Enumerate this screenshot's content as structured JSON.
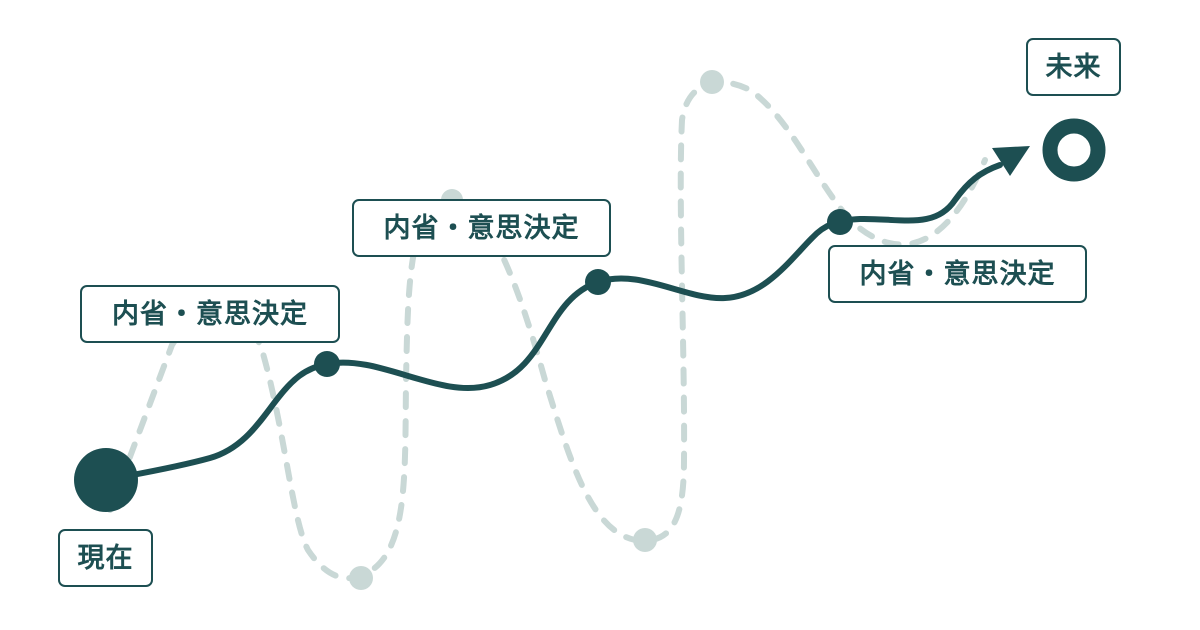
{
  "labels": {
    "start": "現在",
    "milestone_1": "内省・意思決定",
    "milestone_2": "内省・意思決定",
    "milestone_3": "内省・意思決定",
    "goal": "未来"
  },
  "colors": {
    "main_path": "#1d4f52",
    "alt_path": "#c9d8d6",
    "label_border": "#1d4f52",
    "label_text": "#1d4f52",
    "background": "#ffffff"
  }
}
